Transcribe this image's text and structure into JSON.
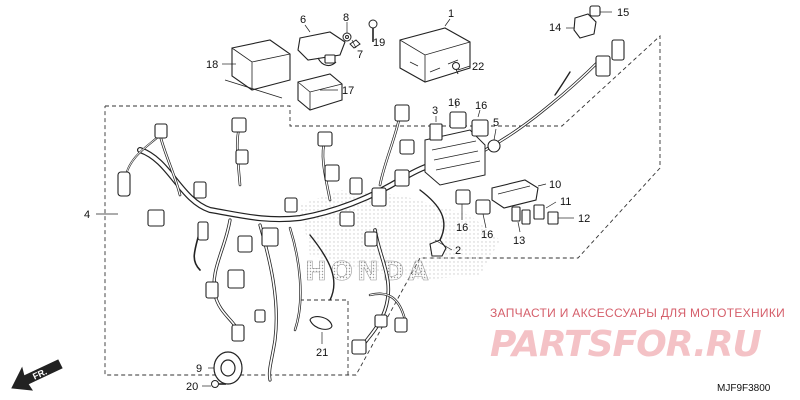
{
  "callouts": [
    {
      "id": "1",
      "label": "1"
    },
    {
      "id": "2",
      "label": "2"
    },
    {
      "id": "3",
      "label": "3"
    },
    {
      "id": "4",
      "label": "4"
    },
    {
      "id": "5",
      "label": "5"
    },
    {
      "id": "6",
      "label": "6"
    },
    {
      "id": "7",
      "label": "7"
    },
    {
      "id": "8",
      "label": "8"
    },
    {
      "id": "9",
      "label": "9"
    },
    {
      "id": "10",
      "label": "10"
    },
    {
      "id": "11",
      "label": "11"
    },
    {
      "id": "12",
      "label": "12"
    },
    {
      "id": "13",
      "label": "13"
    },
    {
      "id": "14",
      "label": "14"
    },
    {
      "id": "15",
      "label": "15"
    },
    {
      "id": "16",
      "label": "16"
    },
    {
      "id": "17",
      "label": "17"
    },
    {
      "id": "18",
      "label": "18"
    },
    {
      "id": "19",
      "label": "19"
    },
    {
      "id": "20",
      "label": "20"
    },
    {
      "id": "21",
      "label": "21"
    },
    {
      "id": "22",
      "label": "22"
    }
  ],
  "watermark": {
    "caption": "ЗАПЧАСТИ И АКСЕССУАРЫ ДЛЯ МОТОТЕХНИКИ",
    "brand": "PARTSFOR.RU"
  },
  "diagram_code": "MJF9F3800",
  "direction_label": "FR.",
  "background_logo": "HONDA",
  "colors": {
    "line": "#222222",
    "watermark_red": "#d55e6a",
    "watermark_pink": "#f4c2c6"
  }
}
